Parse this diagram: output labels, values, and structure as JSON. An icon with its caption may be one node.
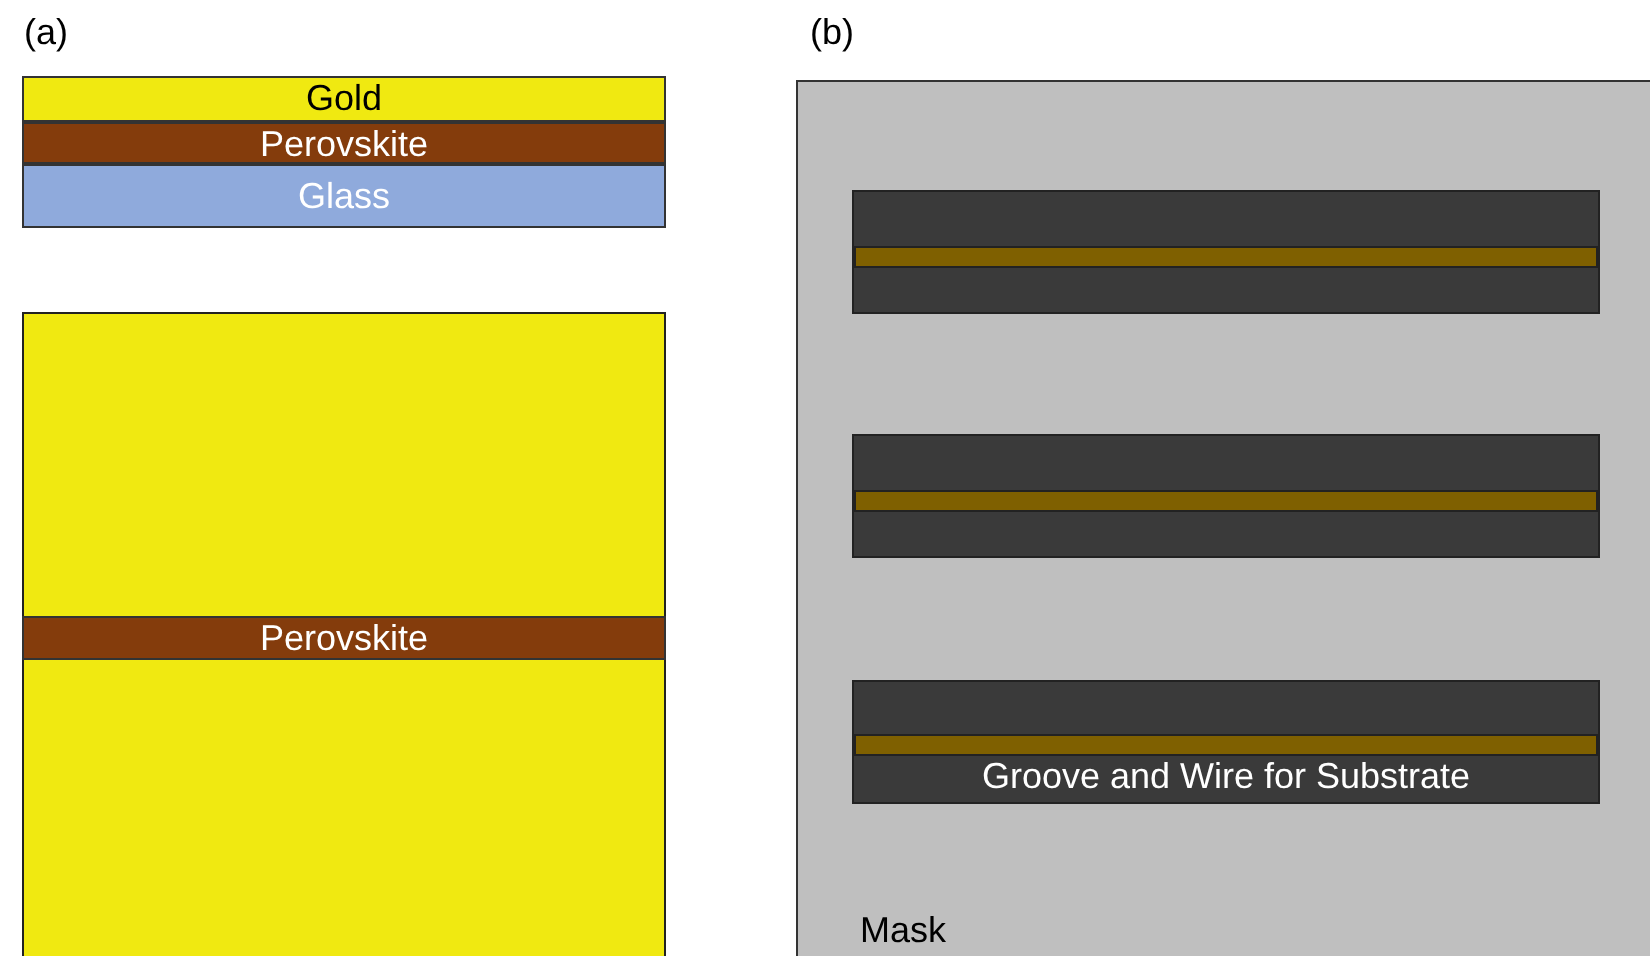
{
  "diagram": {
    "nodes": [
      {
        "text": [
          "Gold"
        ]
      },
      {
        "text": [
          "Perovskite"
        ]
      },
      {
        "text": [
          "Glass"
        ]
      },
      {
        "text": [],
        "shape": "box"
      },
      {
        "text": [
          "Perovskite"
        ],
        "in": 3
      },
      {
        "text": [
          "Mask"
        ]
      },
      {
        "text": [],
        "shape": "box",
        "in": 5
      },
      {
        "text": [],
        "shape": "box",
        "in": 5
      },
      {
        "text": [
          "Groove and Wire for Substrate"
        ],
        "in": 5
      }
    ],
    "labels": [
      "(a)",
      "(b)"
    ]
  }
}
